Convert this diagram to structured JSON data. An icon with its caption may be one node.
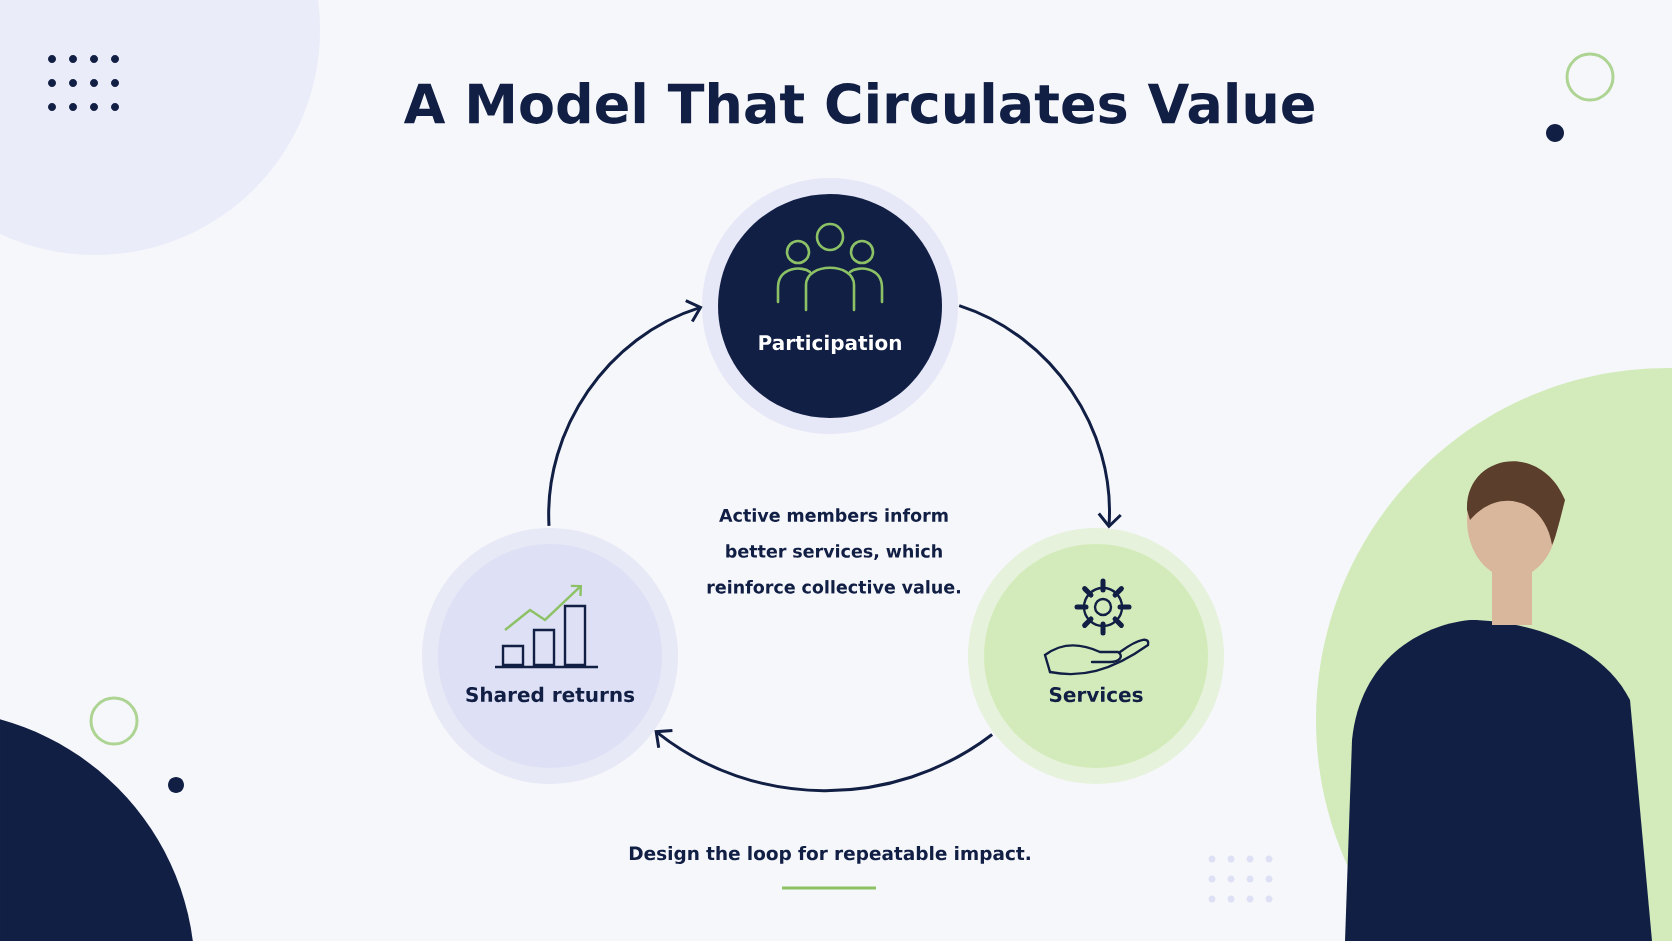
{
  "diagram": {
    "title": "A Model That Circulates Value",
    "nodes": [
      {
        "text": [
          "Participation"
        ]
      },
      {
        "text": [
          "Services"
        ]
      },
      {
        "text": [
          "Shared returns"
        ]
      }
    ],
    "edges": [
      {
        "from": 0,
        "to": 1,
        "arrow": "to"
      },
      {
        "from": 1,
        "to": 2,
        "arrow": "to"
      },
      {
        "from": 2,
        "to": 0,
        "arrow": "to"
      }
    ],
    "labels": [
      "Active members inform better services, which reinforce collective value.",
      "Design the loop for repeatable impact."
    ]
  }
}
